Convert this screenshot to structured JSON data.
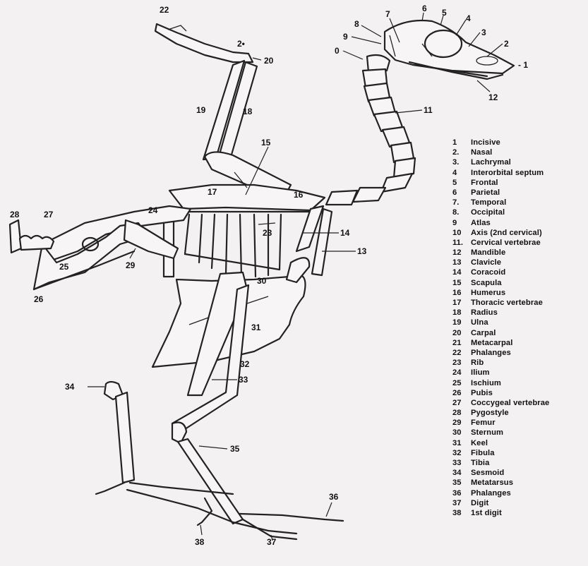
{
  "callouts": {
    "c0": "0",
    "c2": "2",
    "c3": "3",
    "c4": "4",
    "c5": "5",
    "c6": "6",
    "c7": "7",
    "c8": "8",
    "c9": "9",
    "c11": "11",
    "c12": "12",
    "c13": "13",
    "c14": "14",
    "c15": "15",
    "c16": "16",
    "c17": "17",
    "c18": "18",
    "c19": "19",
    "c20": "20",
    "c22": "22",
    "c23": "23",
    "c24a": "24",
    "c24b": "2•",
    "c25": "25",
    "c26": "26",
    "c27": "27",
    "c28": "28",
    "c29": "29",
    "c30": "30",
    "c31": "31",
    "c32": "32",
    "c33": "33",
    "c34": "34",
    "c35": "35",
    "c36": "36",
    "c37": "37",
    "c38": "38",
    "c1": "- 1"
  },
  "legend": [
    {
      "num": "1",
      "name": "Incisive"
    },
    {
      "num": "2.",
      "name": "Nasal"
    },
    {
      "num": "3.",
      "name": "Lachrymal"
    },
    {
      "num": "4",
      "name": "Interorbital septum"
    },
    {
      "num": "5",
      "name": "Frontal"
    },
    {
      "num": "6",
      "name": "Parietal"
    },
    {
      "num": "7.",
      "name": "Temporal"
    },
    {
      "num": "8.",
      "name": "Occipital"
    },
    {
      "num": "9",
      "name": "Atlas"
    },
    {
      "num": "10",
      "name": "Axis (2nd cervical)"
    },
    {
      "num": "11.",
      "name": "Cervical vertebrae"
    },
    {
      "num": "12",
      "name": "Mandible"
    },
    {
      "num": "13",
      "name": "Clavicle"
    },
    {
      "num": "14",
      "name": "Coracoid"
    },
    {
      "num": "15",
      "name": "Scapula"
    },
    {
      "num": "16",
      "name": "Humerus"
    },
    {
      "num": "17",
      "name": "Thoracic vertebrae"
    },
    {
      "num": "18",
      "name": "Radius"
    },
    {
      "num": "19",
      "name": "Ulna"
    },
    {
      "num": "20",
      "name": "Carpal"
    },
    {
      "num": "21",
      "name": "Metacarpal"
    },
    {
      "num": "22",
      "name": "Phalanges"
    },
    {
      "num": "23",
      "name": "Rib"
    },
    {
      "num": "24",
      "name": "Ilium"
    },
    {
      "num": "25",
      "name": "Ischium"
    },
    {
      "num": "26",
      "name": "Pubis"
    },
    {
      "num": "27",
      "name": "Coccygeal vertebrae"
    },
    {
      "num": "28",
      "name": "Pygostyle"
    },
    {
      "num": "29",
      "name": "Femur"
    },
    {
      "num": "30",
      "name": "Sternum"
    },
    {
      "num": "31",
      "name": "Keel"
    },
    {
      "num": "32",
      "name": "Fibula"
    },
    {
      "num": "33",
      "name": "Tibia"
    },
    {
      "num": "34",
      "name": "Sesmoid"
    },
    {
      "num": "35",
      "name": "Metatarsus"
    },
    {
      "num": "36",
      "name": "Phalanges"
    },
    {
      "num": "37",
      "name": "Digit"
    },
    {
      "num": "38",
      "name": "1st digit"
    }
  ]
}
